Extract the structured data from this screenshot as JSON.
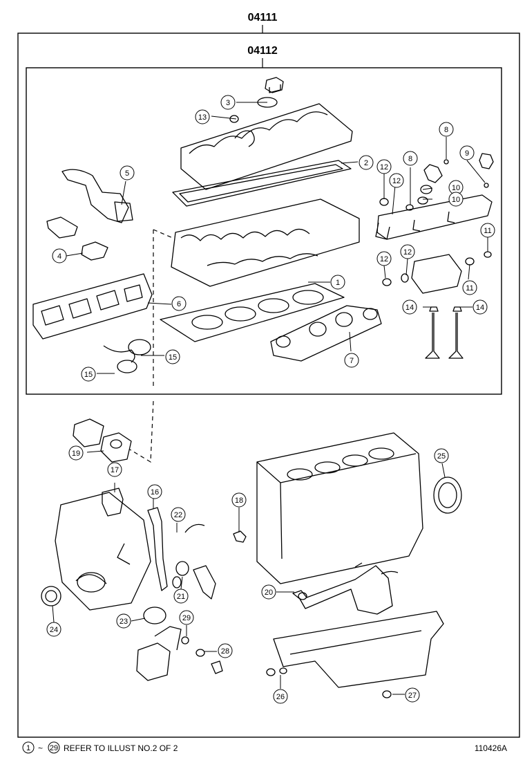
{
  "diagram": {
    "assembly_code": "04111",
    "subassembly_code": "04112",
    "footnote_start": "1",
    "footnote_end": "29",
    "footnote_sep": "~",
    "footnote_text": "REFER TO ILLUST NO.2 OF 2",
    "illustration_id": "110426A",
    "callouts": [
      "13",
      "3",
      "5",
      "2",
      "12",
      "12",
      "8",
      "8",
      "9",
      "10",
      "10",
      "4",
      "11",
      "12",
      "12",
      "11",
      "1",
      "6",
      "14",
      "14",
      "7",
      "15",
      "15",
      "19",
      "17",
      "16",
      "22",
      "18",
      "25",
      "21",
      "20",
      "23",
      "24",
      "29",
      "28",
      "26",
      "27"
    ]
  }
}
